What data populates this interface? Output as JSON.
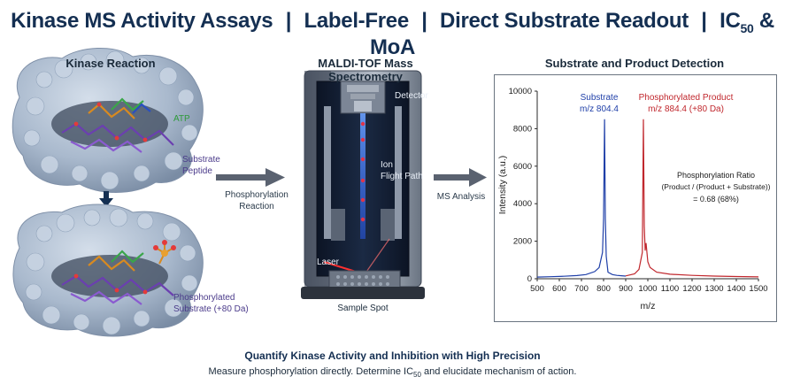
{
  "header": {
    "title_part1": "Kinase MS Activity Assays",
    "sep1": "|",
    "title_part2": "Label-Free",
    "sep2": "|",
    "title_part3": "Direct Substrate Readout",
    "sep3": "|",
    "title_part4_main": "IC",
    "title_part4_sub": "50",
    "title_part4_tail": " & MoA"
  },
  "left_panel": {
    "title": "Kinase Reaction",
    "atp_label": "ATP",
    "substrate_label_1": "Substrate",
    "substrate_label_2": "Peptide",
    "phospho_label_1": "Phosphorylated",
    "phospho_label_2": "Substrate (+80 Da)"
  },
  "arrow1": {
    "label_1": "Phosphorylation",
    "label_2": "Reaction"
  },
  "center_panel": {
    "title": "MALDI-TOF Mass Spectrometry",
    "detector_label": "Detector",
    "ion_label_1": "Ion",
    "ion_label_2": "Flight Path",
    "laser_label": "Laser",
    "sample_label": "Sample Spot"
  },
  "arrow2": {
    "label": "MS Analysis"
  },
  "right_panel": {
    "title": "Substrate and Product Detection",
    "substrate_peak_label_1": "Substrate",
    "substrate_peak_label_2": "m/z 804.4",
    "product_peak_label_1": "Phosphorylated Product",
    "product_peak_label_2": "m/z 884.4 (+80 Da)",
    "ratio_label_1": "Phosphorylation Ratio",
    "ratio_label_2": "(Product / (Product + Substrate))",
    "ratio_label_3": "= 0.68 (68%)"
  },
  "footer": {
    "headline": "Quantify Kinase Activity and Inhibition with High Precision",
    "sub_part1": "Measure phosphorylation directly. Determine IC",
    "sub_sub": "50",
    "sub_part2": " and elucidate mechanism of action."
  },
  "colors": {
    "substrate": "#1f3fa8",
    "product": "#c0272d",
    "title": "#142f52",
    "atp": "#2e9a3a",
    "substrate_text": "#4a3a8a",
    "protein": "#a8b8cc"
  },
  "chart_data": {
    "type": "line",
    "xlabel": "m/z",
    "ylabel": "Intensity (a.u.)",
    "xlim": [
      500,
      1500
    ],
    "ylim": [
      0,
      10000
    ],
    "xticks": [
      500,
      600,
      700,
      800,
      900,
      1000,
      1100,
      1200,
      1300,
      1400,
      1500
    ],
    "yticks": [
      0,
      2000,
      4000,
      6000,
      8000,
      10000
    ],
    "series": [
      {
        "name": "Substrate",
        "color": "#1f3fa8",
        "x": [
          500,
          560,
          620,
          680,
          720,
          760,
          780,
          795,
          800,
          804.4,
          808,
          812,
          820,
          840,
          860,
          880,
          900
        ],
        "y": [
          90,
          110,
          130,
          170,
          220,
          380,
          600,
          1400,
          3200,
          8500,
          3200,
          1200,
          350,
          220,
          180,
          160,
          140
        ]
      },
      {
        "name": "Phosphorylated Product",
        "color": "#c0272d",
        "x": [
          900,
          940,
          960,
          975,
          880,
          884.4,
          980,
          984,
          988,
          992,
          1000,
          1010,
          1040,
          1100,
          1200,
          1300,
          1400,
          1500
        ],
        "y": [
          150,
          260,
          500,
          1400,
          0,
          0,
          8500,
          2800,
          1500,
          1900,
          900,
          600,
          350,
          240,
          180,
          140,
          120,
          100
        ]
      }
    ]
  }
}
